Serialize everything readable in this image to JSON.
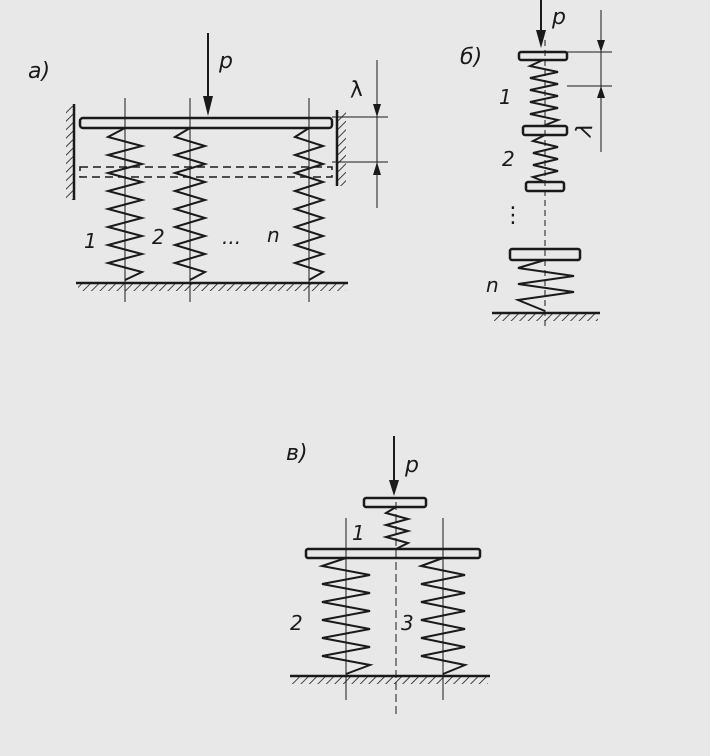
{
  "panels": {
    "a": {
      "tag": "a)",
      "load": "p",
      "deflection": "λ",
      "springs": [
        "1",
        "2",
        "n"
      ],
      "ellipsis": "..."
    },
    "b": {
      "tag": "б)",
      "load": "p",
      "deflection": "λ",
      "springs": [
        "1",
        "2",
        "n"
      ],
      "ellipsis": "⋮"
    },
    "c": {
      "tag": "в)",
      "load": "p",
      "springs": [
        "1",
        "2",
        "3"
      ]
    }
  },
  "colors": {
    "ink": "#1a1a1a",
    "paper": "#e8e8e8"
  }
}
